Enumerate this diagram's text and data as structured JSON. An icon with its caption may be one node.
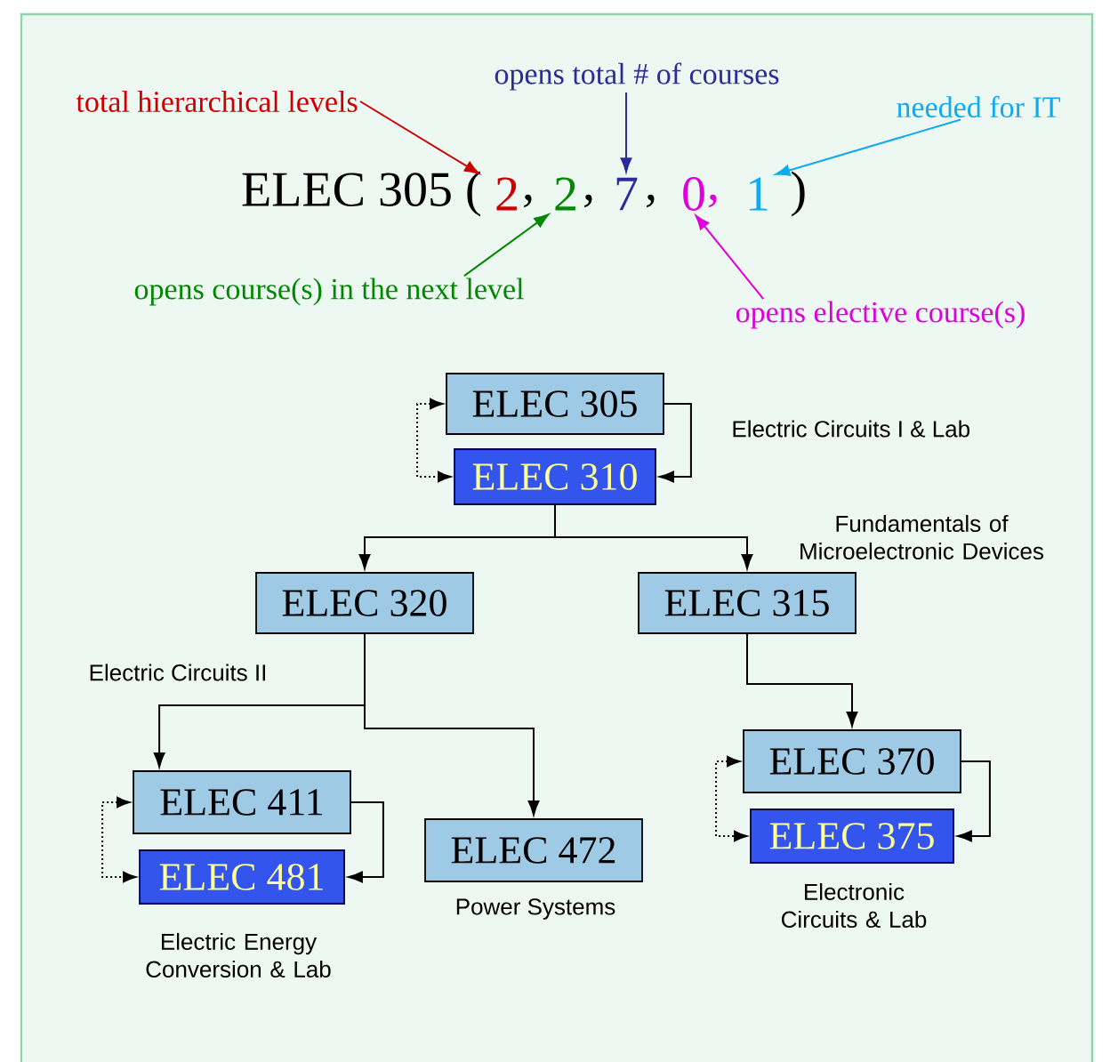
{
  "diagram": {
    "nodes": [
      {
        "text": [
          "total hierarchical levels"
        ]
      },
      {
        "text": [
          "opens total # of courses"
        ]
      },
      {
        "text": [
          "needed for IT"
        ]
      },
      {
        "text": [
          "2"
        ]
      },
      {
        "text": [
          "2"
        ]
      },
      {
        "text": [
          "7"
        ]
      },
      {
        "text": [
          "0"
        ]
      },
      {
        "text": [
          "1"
        ]
      },
      {
        "text": [
          "opens  course(s) in the next level"
        ]
      },
      {
        "text": [
          "opens elective course(s)"
        ]
      },
      {
        "text": [
          "ELEC 305"
        ],
        "beside": [
          "Electric Circuits I & Lab"
        ]
      },
      {
        "text": [
          "ELEC 310"
        ]
      },
      {
        "text": [
          "ELEC 320"
        ],
        "beside": [
          "Electric Circuits II"
        ]
      },
      {
        "text": [
          "ELEC 315"
        ],
        "beside": [
          "Fundamentals of Microelectronic Devices"
        ]
      },
      {
        "text": [
          "ELEC 411"
        ]
      },
      {
        "text": [
          "ELEC 481"
        ],
        "beside": [
          "Electric Energy Conversion & Lab"
        ]
      },
      {
        "text": [
          "ELEC 472"
        ],
        "beside": [
          "Power Systems"
        ]
      },
      {
        "text": [
          "ELEC 370"
        ]
      },
      {
        "text": [
          "ELEC 375"
        ],
        "beside": [
          "Electronic Circuits & Lab"
        ]
      }
    ],
    "edges": [
      {
        "from": 0,
        "to": 3,
        "arrow": "to",
        "color": "#cc0000"
      },
      {
        "from": 1,
        "to": 5,
        "arrow": "to",
        "color": "#2b2b99"
      },
      {
        "from": 2,
        "to": 7,
        "arrow": "to",
        "color": "#11aaee"
      },
      {
        "from": 8,
        "to": 4,
        "arrow": "to",
        "color": "#008800"
      },
      {
        "from": 9,
        "to": 6,
        "arrow": "to",
        "color": "#dd00dd"
      },
      {
        "from": 10,
        "to": 11,
        "arrow": "to"
      },
      {
        "from": 10,
        "to": 11,
        "arrow": "both",
        "style": "dashed"
      },
      {
        "from": 11,
        "to": 12,
        "arrow": "to"
      },
      {
        "from": 11,
        "to": 13,
        "arrow": "to"
      },
      {
        "from": 12,
        "to": 14,
        "arrow": "to"
      },
      {
        "from": 12,
        "to": 16,
        "arrow": "to"
      },
      {
        "from": 13,
        "to": 17,
        "arrow": "to"
      },
      {
        "from": 14,
        "to": 15,
        "arrow": "to"
      },
      {
        "from": 14,
        "to": 15,
        "arrow": "both",
        "style": "dashed"
      },
      {
        "from": 17,
        "to": 18,
        "arrow": "to"
      },
      {
        "from": 17,
        "to": 18,
        "arrow": "both",
        "style": "dashed"
      }
    ],
    "labels": [
      "ELEC 305 (",
      ",",
      ",",
      ",",
      ",",
      ")"
    ]
  }
}
